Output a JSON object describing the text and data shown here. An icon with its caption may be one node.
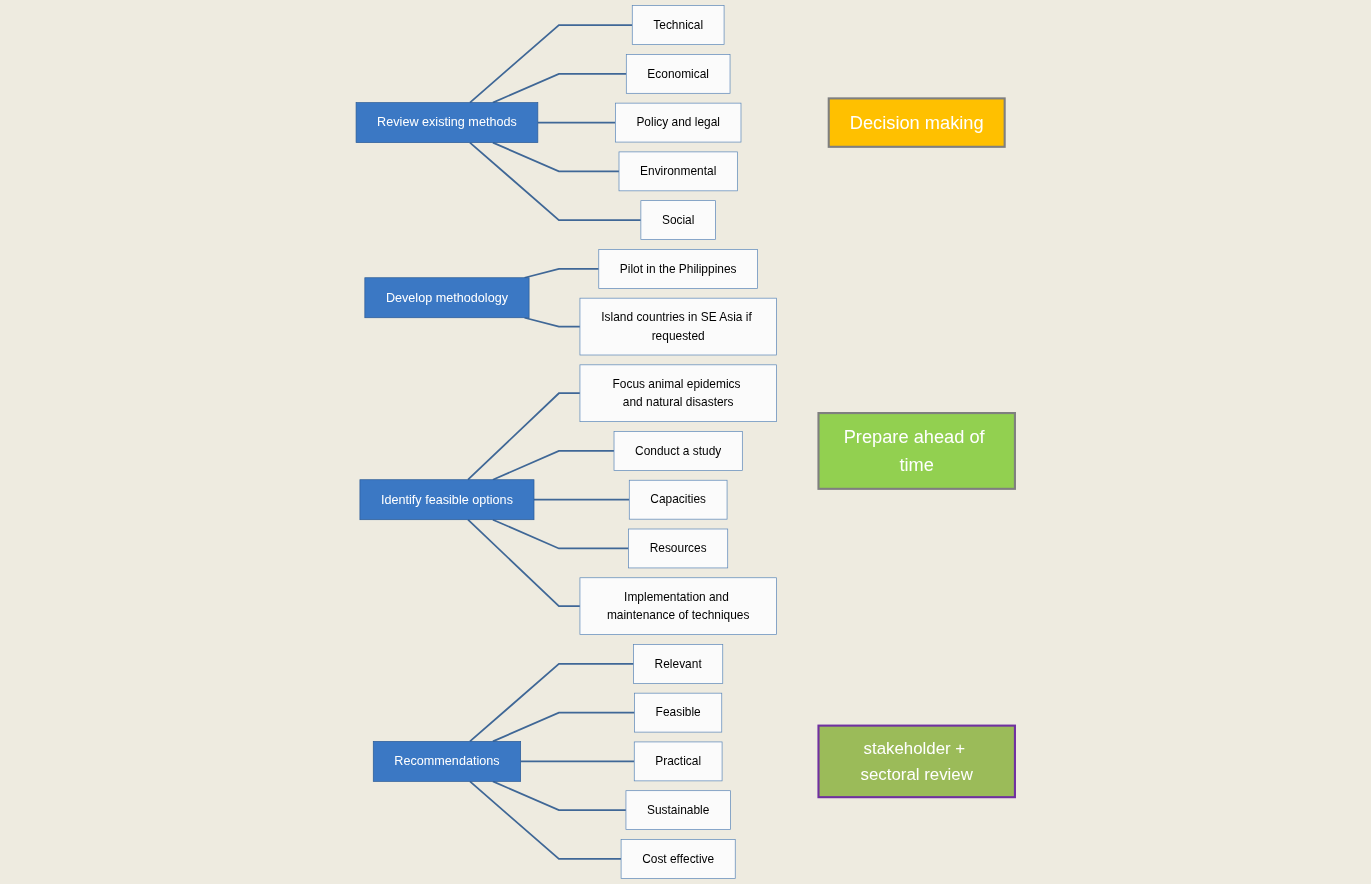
{
  "diagram": {
    "nodes": [
      {
        "text": [
          "Review existing methods"
        ]
      },
      {
        "text": [
          "Technical"
        ]
      },
      {
        "text": [
          "Economical"
        ]
      },
      {
        "text": [
          "Policy and legal"
        ]
      },
      {
        "text": [
          "Environmental"
        ]
      },
      {
        "text": [
          "Social"
        ]
      },
      {
        "text": [
          "Develop methodology"
        ]
      },
      {
        "text": [
          "Pilot in the Philippines"
        ]
      },
      {
        "text": [
          "Island countries in SE Asia if requested"
        ]
      },
      {
        "text": [
          "Identify feasible options"
        ]
      },
      {
        "text": [
          "Focus animal epidemics and natural disasters"
        ]
      },
      {
        "text": [
          "Conduct a study"
        ]
      },
      {
        "text": [
          "Capacities"
        ]
      },
      {
        "text": [
          "Resources"
        ]
      },
      {
        "text": [
          "Implementation and maintenance of techniques"
        ]
      },
      {
        "text": [
          "Recommendations"
        ]
      },
      {
        "text": [
          "Relevant"
        ]
      },
      {
        "text": [
          "Feasible"
        ]
      },
      {
        "text": [
          "Practical"
        ]
      },
      {
        "text": [
          "Sustainable"
        ]
      },
      {
        "text": [
          "Cost effective"
        ]
      },
      {
        "text": [
          "Decision making"
        ]
      },
      {
        "text": [
          "Prepare ahead of time"
        ]
      },
      {
        "text": [
          "stakeholder + sectoral review"
        ]
      }
    ],
    "edges": [
      {
        "from": 0,
        "to": 1,
        "arrow": "none"
      },
      {
        "from": 0,
        "to": 2,
        "arrow": "none"
      },
      {
        "from": 0,
        "to": 3,
        "arrow": "none"
      },
      {
        "from": 0,
        "to": 4,
        "arrow": "none"
      },
      {
        "from": 0,
        "to": 5,
        "arrow": "none"
      },
      {
        "from": 6,
        "to": 7,
        "arrow": "none"
      },
      {
        "from": 6,
        "to": 8,
        "arrow": "none"
      },
      {
        "from": 9,
        "to": 10,
        "arrow": "none"
      },
      {
        "from": 9,
        "to": 11,
        "arrow": "none"
      },
      {
        "from": 9,
        "to": 12,
        "arrow": "none"
      },
      {
        "from": 9,
        "to": 13,
        "arrow": "none"
      },
      {
        "from": 9,
        "to": 14,
        "arrow": "none"
      },
      {
        "from": 15,
        "to": 16,
        "arrow": "none"
      },
      {
        "from": 15,
        "to": 17,
        "arrow": "none"
      },
      {
        "from": 15,
        "to": 18,
        "arrow": "none"
      },
      {
        "from": 15,
        "to": 19,
        "arrow": "none"
      },
      {
        "from": 15,
        "to": 20,
        "arrow": "none"
      }
    ]
  }
}
